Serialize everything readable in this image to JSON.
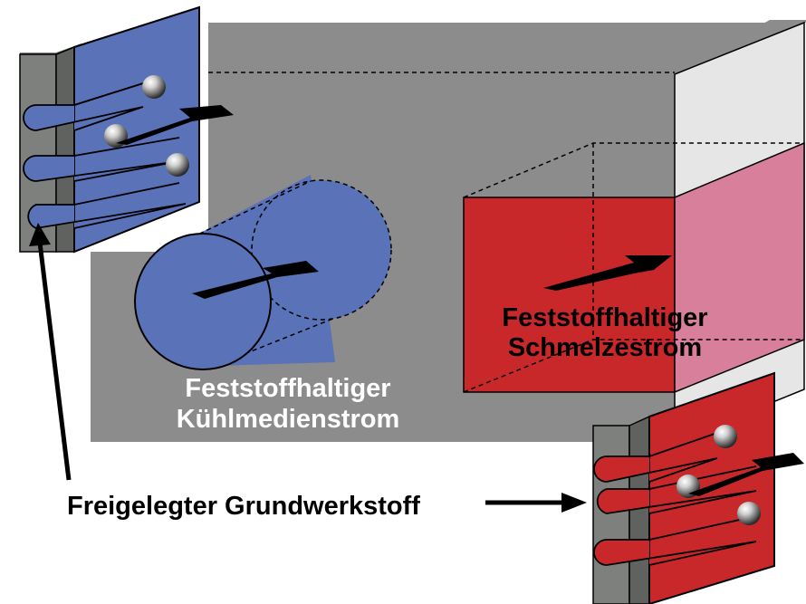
{
  "labels": {
    "coolant_flow_line1": "Feststoffhaltiger",
    "coolant_flow_line2": "Kühlmedienstrom",
    "melt_flow_line1": "Feststoffhaltiger",
    "melt_flow_line2": "Schmelzestrom",
    "exposed_base_material": "Freigelegter Grundwerkstoff"
  },
  "colors": {
    "wall_gray": "#8c8c8c",
    "coolant_blue": "#5a73b8",
    "melt_red": "#c8282a",
    "melt_pink": "#d87f9b",
    "light_face": "#e6e6e6",
    "layer_dark": "#6b6e6b"
  }
}
